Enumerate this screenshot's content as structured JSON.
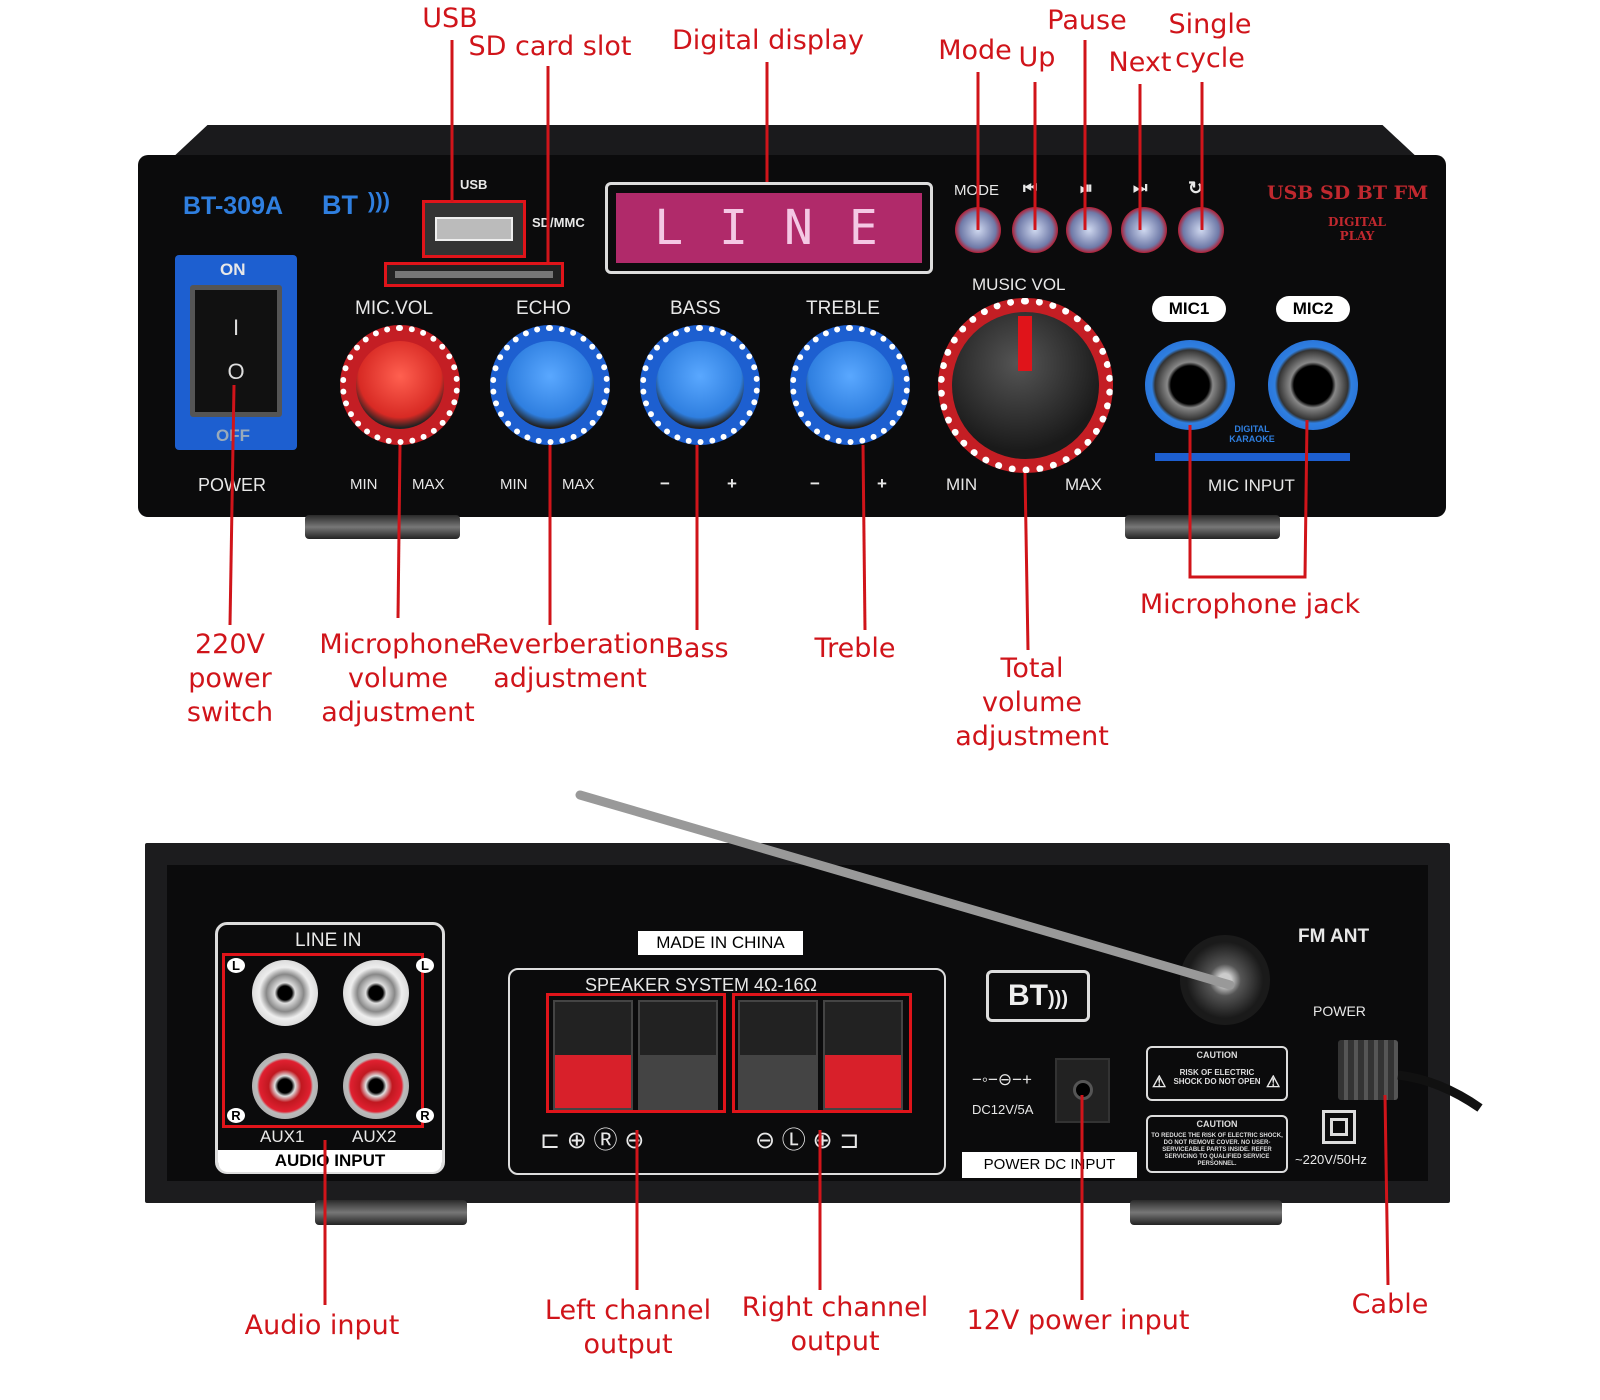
{
  "front_panel": {
    "model": "BT-309A",
    "bt_logo": "BT",
    "usb_label": "USB",
    "sd_label": "SD/MMC",
    "display_text": "LINE",
    "mode_label": "MODE",
    "button_icons": [
      "prev-icon",
      "play-pause-icon",
      "next-icon",
      "repeat-icon"
    ],
    "brand_line1": "USB SD BT FM",
    "brand_line2": "DIGITAL PLAY",
    "switch_on": "ON",
    "switch_off": "OFF",
    "power_label": "POWER",
    "knobs": [
      {
        "label": "MIC.VOL",
        "left": "MIN",
        "right": "MAX",
        "color": "#e8302a"
      },
      {
        "label": "ECHO",
        "left": "MIN",
        "right": "MAX",
        "color": "#2f7fe0"
      },
      {
        "label": "BASS",
        "left": "−",
        "right": "+",
        "color": "#2f7fe0"
      },
      {
        "label": "TREBLE",
        "left": "−",
        "right": "+",
        "color": "#2f7fe0"
      }
    ],
    "music_vol": {
      "label": "MUSIC VOL",
      "left": "MIN",
      "right": "MAX"
    },
    "mic1": "MIC1",
    "mic2": "MIC2",
    "karaoke": "DIGITAL KARAOKE",
    "mic_input": "MIC INPUT"
  },
  "rear_panel": {
    "line_in": "LINE IN",
    "l": "L",
    "r": "R",
    "aux1": "AUX1",
    "aux2": "AUX2",
    "audio_input": "AUDIO INPUT",
    "made_in": "MADE IN CHINA",
    "speaker_system": "SPEAKER SYSTEM 4Ω-16Ω",
    "bt_logo": "BT",
    "dc_rating": "DC12V/5A",
    "power_dc_input": "POWER DC INPUT",
    "caution1_title": "CAUTION",
    "caution1_text": "RISK OF ELECTRIC SHOCK DO NOT OPEN",
    "caution2_title": "CAUTION",
    "caution2_text": "TO REDUCE THE RISK OF ELECTRIC SHOCK, DO NOT REMOVE COVER. NO USER-SERVICEABLE PARTS INSIDE. REFER SERVICING TO QUALIFIED SERVICE PERSONNEL.",
    "fm_ant": "FM ANT",
    "power": "POWER",
    "ac_rating": "~220V/50Hz"
  },
  "callouts": {
    "usb": "USB",
    "sd": "SD card slot",
    "display": "Digital display",
    "mode": "Mode",
    "up": "Up",
    "pause": "Pause",
    "next": "Next",
    "single_cycle_1": "Single",
    "single_cycle_2": "cycle",
    "power_switch": [
      "220V",
      "power",
      "switch"
    ],
    "mic_volume": [
      "Microphone",
      "volume",
      "adjustment"
    ],
    "reverb": [
      "Reverberation",
      "adjustment"
    ],
    "bass": "Bass",
    "treble": "Treble",
    "total_volume": [
      "Total",
      "volume",
      "adjustment"
    ],
    "mic_jack": "Microphone jack",
    "audio_input": "Audio input",
    "left_output": [
      "Left channel",
      "output"
    ],
    "right_output": [
      "Right channel",
      "output"
    ],
    "power_12v": "12V power input",
    "cable": "Cable"
  },
  "colors": {
    "callout": "#d0141a",
    "panel": "#0b0b0c",
    "blue": "#2f7fe0",
    "red": "#e8302a"
  }
}
